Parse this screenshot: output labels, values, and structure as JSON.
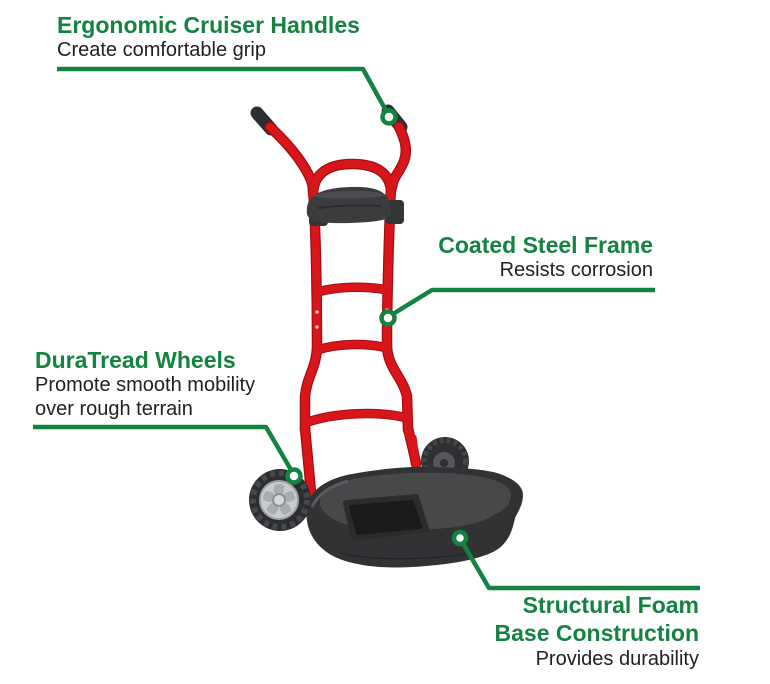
{
  "callouts": {
    "handles": {
      "title": "Ergonomic Cruiser Handles",
      "subtitle": "Create comfortable grip"
    },
    "frame": {
      "title": "Coated Steel Frame",
      "subtitle": "Resists corrosion"
    },
    "wheels": {
      "title": "DuraTread Wheels",
      "subtitle_line1": "Promote smooth mobility",
      "subtitle_line2": "over rough terrain"
    },
    "base": {
      "title_line1": "Structural Foam",
      "title_line2": "Base Construction",
      "subtitle": "Provides durability"
    }
  },
  "colors": {
    "accent_green": "#148241",
    "frame_red": "#D8151B",
    "frame_red_dark": "#A30D12",
    "grip_black": "#2E2F31",
    "text_dark": "#212121",
    "marker_fill": "#FFFFFF",
    "background": "#FFFFFF"
  }
}
